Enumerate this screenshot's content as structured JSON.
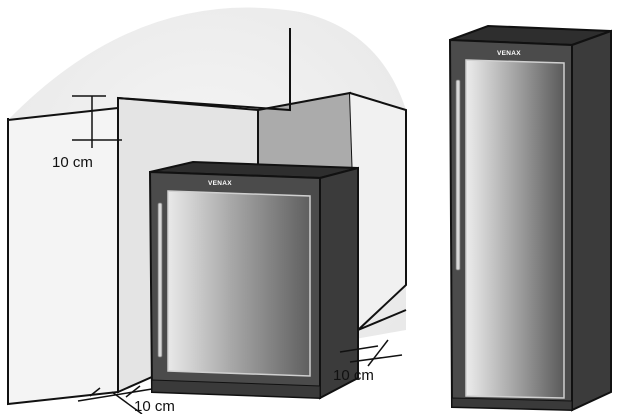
{
  "labels": {
    "top_clearance": "10 cm",
    "bottom_left_clearance": "10 cm",
    "right_clearance": "10 cm"
  },
  "brand": {
    "small_fridge": "VENAX",
    "tall_fridge": "VENAX"
  },
  "colors": {
    "wall_light": "#f2f2f2",
    "wall_mid": "#e2e2e2",
    "wall_side": "#a9a9a9",
    "cabinet_body": "#4a4a4a",
    "cabinet_side": "#3a3a3a",
    "cabinet_top": "#2f2f2f",
    "outline": "#111111"
  }
}
